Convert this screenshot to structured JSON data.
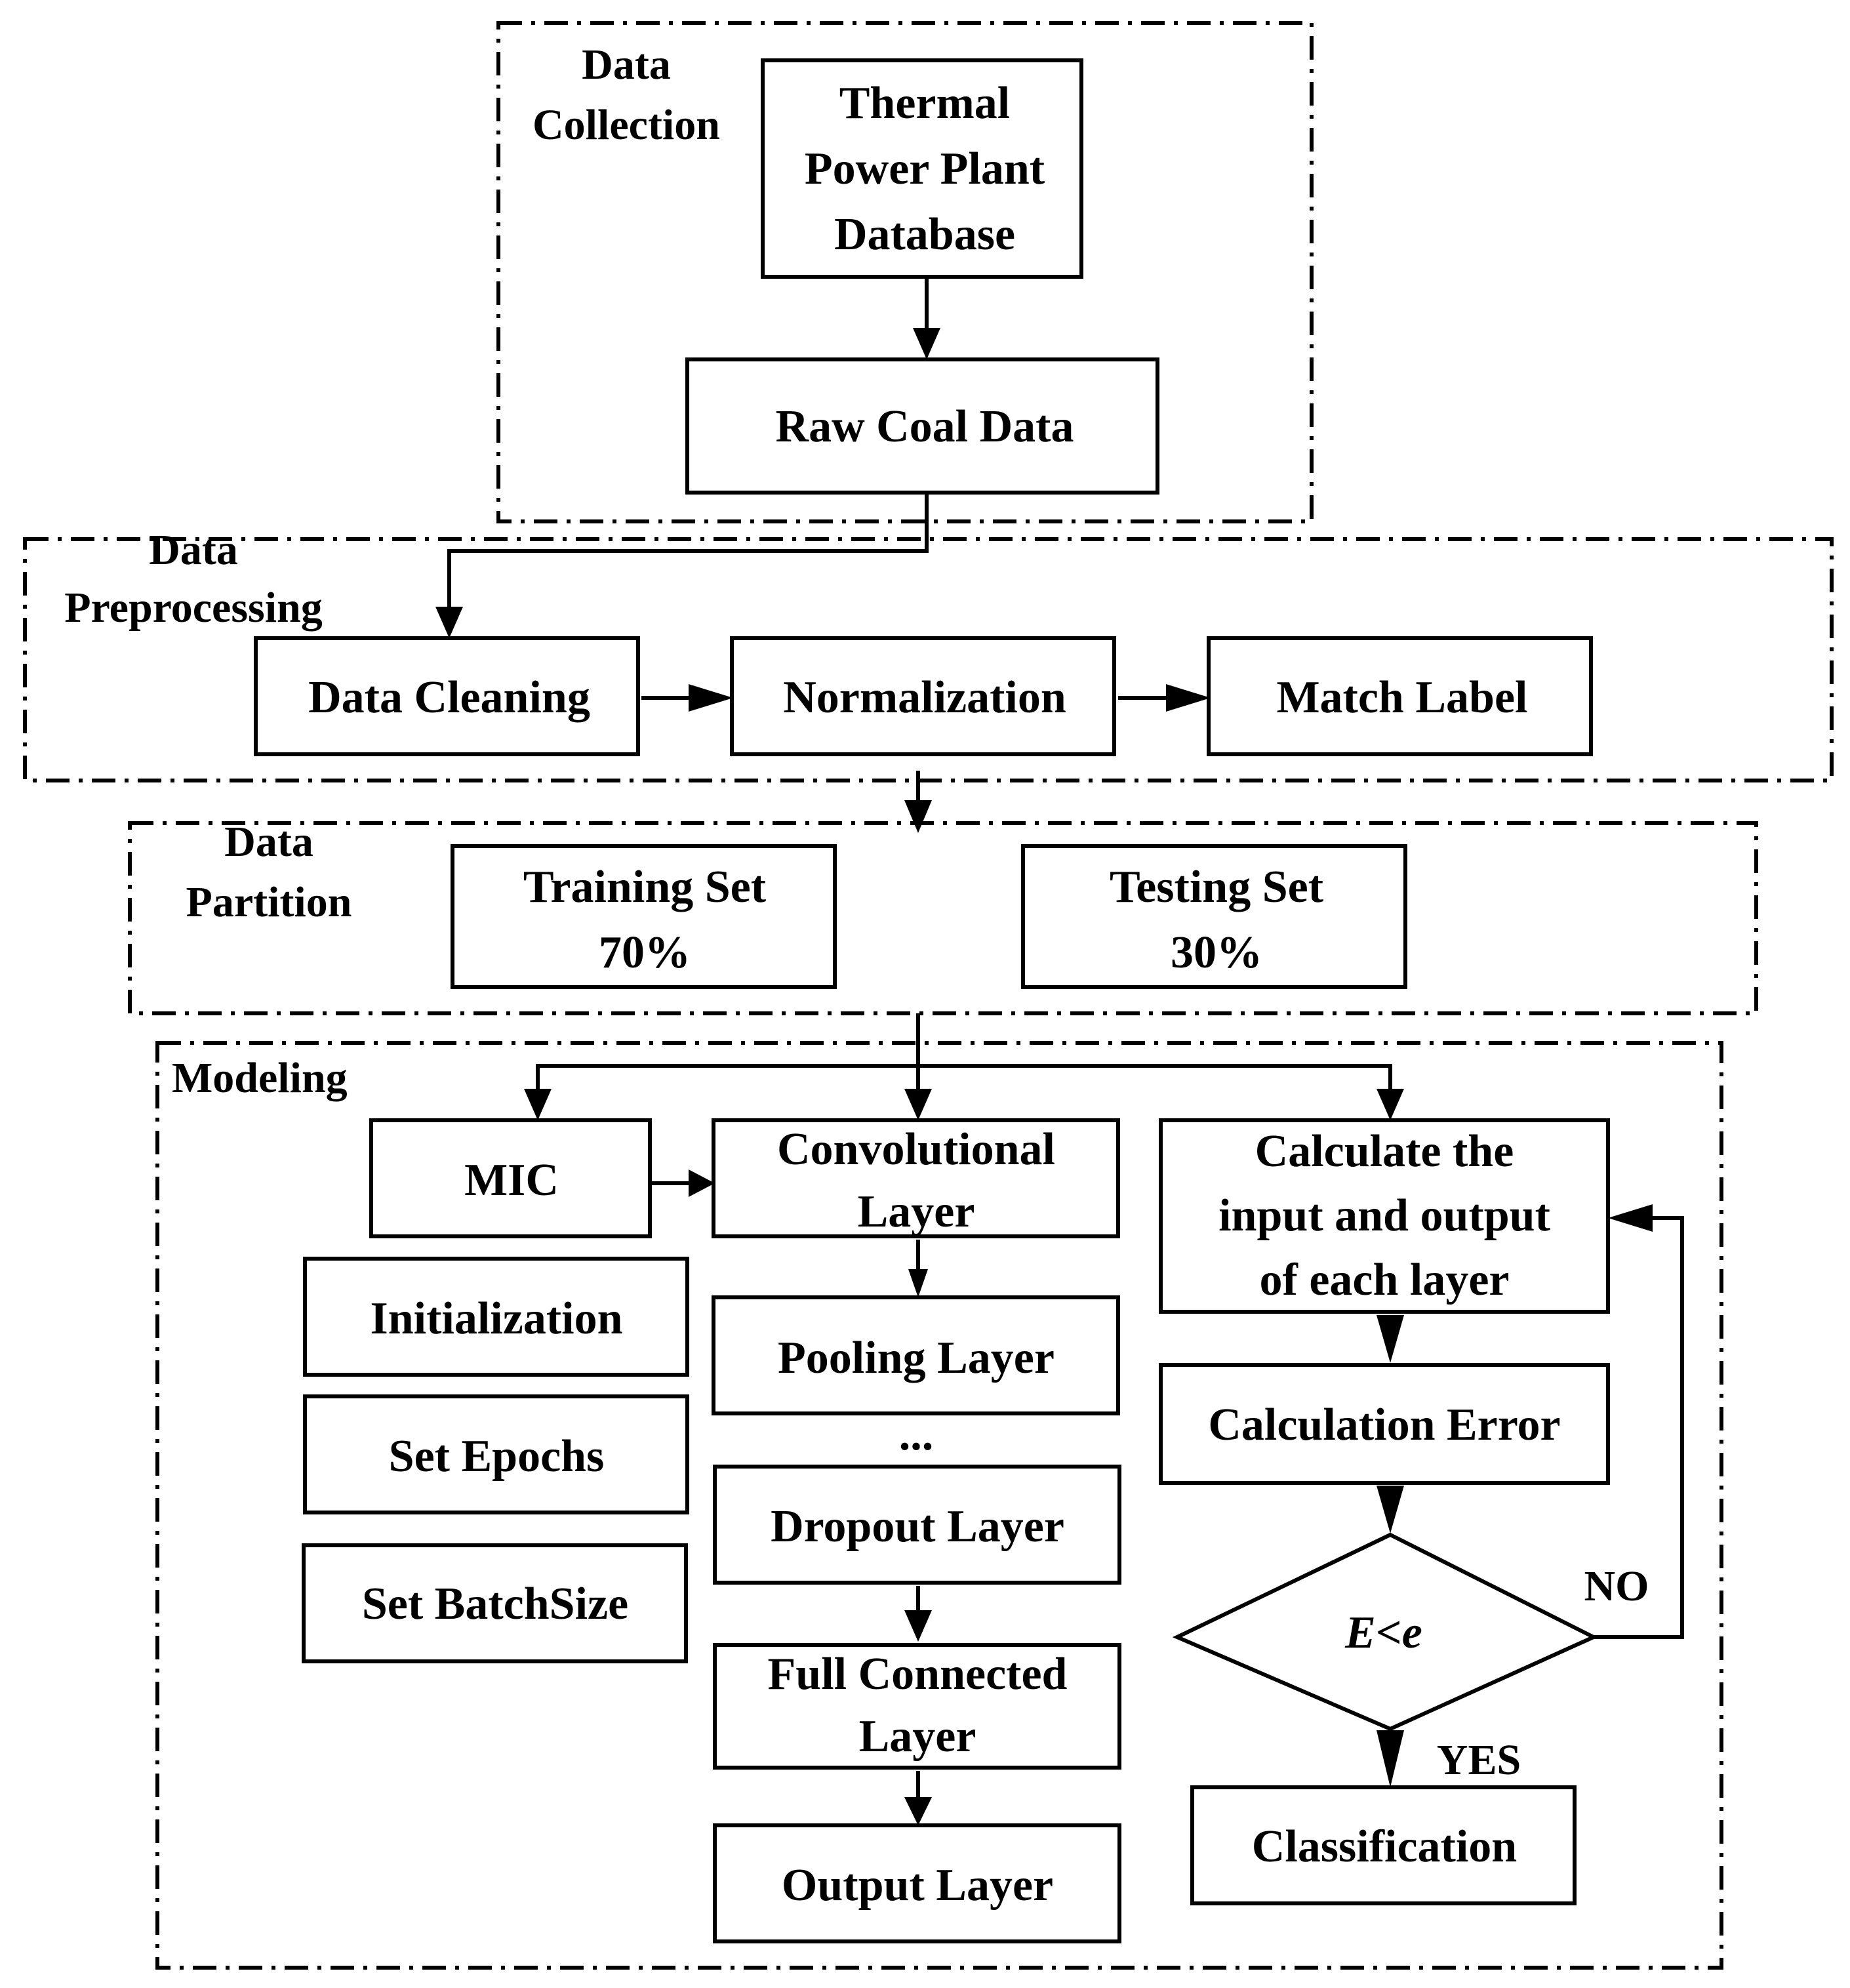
{
  "groups": {
    "data_collection": [
      "Data",
      "Collection"
    ],
    "data_preprocessing": [
      "Data",
      "Preprocessing"
    ],
    "data_partition": [
      "Data",
      "Partition"
    ],
    "modeling": [
      "Modeling"
    ]
  },
  "nodes": {
    "thermal_db": [
      "Thermal",
      "Power Plant",
      "Database"
    ],
    "raw_coal": [
      "Raw Coal Data"
    ],
    "cleaning": [
      "Data Cleaning"
    ],
    "normalization": [
      "Normalization"
    ],
    "match_label": [
      "Match Label"
    ],
    "training": [
      "Training Set",
      "70%"
    ],
    "testing": [
      "Testing Set",
      "30%"
    ],
    "mic": [
      "MIC"
    ],
    "initialization": [
      "Initialization"
    ],
    "set_epochs": [
      "Set Epochs"
    ],
    "set_batchsize": [
      "Set BatchSize"
    ],
    "conv": [
      "Convolutional",
      "Layer"
    ],
    "pooling": [
      "Pooling Layer"
    ],
    "ellipsis": [
      "..."
    ],
    "dropout": [
      "Dropout Layer"
    ],
    "full_connected": [
      "Full Connected",
      "Layer"
    ],
    "output": [
      "Output Layer"
    ],
    "calc_io": [
      "Calculate the",
      "input and output",
      "of each layer"
    ],
    "calc_error": [
      "Calculation Error"
    ],
    "decision": [
      "E<e"
    ],
    "classification": [
      "Classification"
    ]
  },
  "edge_labels": {
    "no": "NO",
    "yes": "YES"
  }
}
